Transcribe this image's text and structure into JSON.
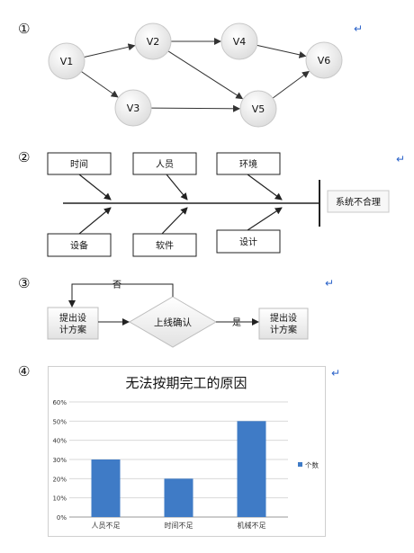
{
  "markers": [
    "①",
    "②",
    "③",
    "④"
  ],
  "return_mark": "↵",
  "graph": {
    "nodes": [
      {
        "id": "V1",
        "label": "V1"
      },
      {
        "id": "V2",
        "label": "V2"
      },
      {
        "id": "V3",
        "label": "V3"
      },
      {
        "id": "V4",
        "label": "V4"
      },
      {
        "id": "V5",
        "label": "V5"
      },
      {
        "id": "V6",
        "label": "V6"
      }
    ],
    "edges": [
      [
        "V1",
        "V2"
      ],
      [
        "V1",
        "V3"
      ],
      [
        "V2",
        "V4"
      ],
      [
        "V2",
        "V5"
      ],
      [
        "V3",
        "V5"
      ],
      [
        "V4",
        "V6"
      ],
      [
        "V5",
        "V6"
      ]
    ]
  },
  "fishbone": {
    "top": [
      "时间",
      "人员",
      "环境"
    ],
    "bottom": [
      "设备",
      "软件",
      "设计"
    ],
    "head": "系统不合理"
  },
  "flow": {
    "start": "提出设计方案",
    "decision": "上线确认",
    "end": "提出设计方案",
    "no_label": "否",
    "yes_label": "是"
  },
  "chart_data": {
    "type": "bar",
    "title": "无法按期完工的原因",
    "categories": [
      "人员不足",
      "时间不足",
      "机械不足"
    ],
    "series": [
      {
        "name": "个数",
        "values": [
          0.3,
          0.2,
          0.5
        ]
      }
    ],
    "ylim": [
      0,
      0.6
    ],
    "yticks": [
      "0%",
      "10%",
      "20%",
      "30%",
      "40%",
      "50%",
      "60%"
    ],
    "grid": true,
    "legend_position": "right",
    "bar_color": "#3f7bc6"
  }
}
